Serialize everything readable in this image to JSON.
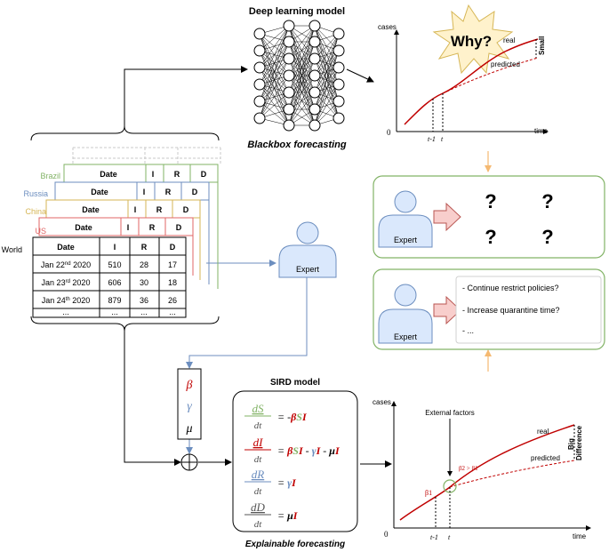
{
  "deep_learning": {
    "title": "Deep learning model",
    "caption": "Blackbox forecasting"
  },
  "blackbox_chart": {
    "y_label": "cases",
    "x_label": "time",
    "origin": "0",
    "why_text": "Why?",
    "real_label": "real",
    "predicted_label": "predicted",
    "gap_label": "Small",
    "t_minus_1": "t-1",
    "t": "t"
  },
  "tables": {
    "countries": [
      {
        "name": "Brazil",
        "color": "#82b366"
      },
      {
        "name": "Russia",
        "color": "#6c8ebf"
      },
      {
        "name": "China",
        "color": "#d6b656"
      },
      {
        "name": "US",
        "color": "#e06666"
      },
      {
        "name": "World",
        "color": "#000000"
      }
    ],
    "headers": [
      "Date",
      "I",
      "R",
      "D"
    ],
    "rows": [
      {
        "date": "Jan 22",
        "sup": "nd",
        "year": " 2020",
        "I": "510",
        "R": "28",
        "D": "17"
      },
      {
        "date": "Jan 23",
        "sup": "rd",
        "year": " 2020",
        "I": "606",
        "R": "30",
        "D": "18"
      },
      {
        "date": "Jan 24",
        "sup": "th",
        "year": " 2020",
        "I": "879",
        "R": "36",
        "D": "26"
      }
    ],
    "ellipsis": "..."
  },
  "expert_middle": {
    "label": "Expert"
  },
  "expert_top": {
    "label": "Expert",
    "marks": [
      "?",
      "?",
      "?",
      "?"
    ]
  },
  "expert_bottom": {
    "label": "Expert",
    "items": [
      "- Continue restrict policies?",
      "- Increase quarantine time?",
      "- ..."
    ]
  },
  "params": {
    "beta": "β",
    "gamma": "γ",
    "mu": "μ"
  },
  "sird": {
    "title": "SIRD model",
    "caption": "Explainable forecasting",
    "dt": "dt",
    "equations": [
      {
        "num": "dS",
        "rhs": [
          {
            "t": "= -",
            "c": "#000"
          },
          {
            "t": "β",
            "c": "#c00000"
          },
          {
            "t": "S",
            "c": "#82b366"
          },
          {
            "t": "I",
            "c": "#c00000"
          }
        ]
      },
      {
        "num": "dI",
        "rhs": [
          {
            "t": "= ",
            "c": "#000"
          },
          {
            "t": "β",
            "c": "#c00000"
          },
          {
            "t": "S",
            "c": "#82b366"
          },
          {
            "t": "I",
            "c": "#c00000"
          },
          {
            "t": " - ",
            "c": "#000"
          },
          {
            "t": "γ",
            "c": "#6c8ebf"
          },
          {
            "t": "I",
            "c": "#c00000"
          },
          {
            "t": " - ",
            "c": "#000"
          },
          {
            "t": "μ",
            "c": "#000"
          },
          {
            "t": "I",
            "c": "#c00000"
          }
        ]
      },
      {
        "num": "dR",
        "rhs": [
          {
            "t": "= ",
            "c": "#000"
          },
          {
            "t": "γ",
            "c": "#6c8ebf"
          },
          {
            "t": "I",
            "c": "#c00000"
          }
        ]
      },
      {
        "num": "dD",
        "rhs": [
          {
            "t": "= ",
            "c": "#000"
          },
          {
            "t": "μ",
            "c": "#000"
          },
          {
            "t": "I",
            "c": "#c00000"
          }
        ]
      }
    ],
    "num_colors": [
      "#82b366",
      "#c00000",
      "#6c8ebf",
      "#555555"
    ]
  },
  "explainable_chart": {
    "y_label": "cases",
    "x_label": "time",
    "origin": "0",
    "external_factors": "External factors",
    "real_label": "real",
    "predicted_label": "predicted",
    "gap_label_1": "Big",
    "gap_label_2": "Difference",
    "beta1": "β1",
    "beta2_rel": "β2 > β1",
    "t_minus_1": "t-1",
    "t": "t"
  },
  "colors": {
    "green": "#82b366",
    "blue": "#6c8ebf",
    "orange": "#f5b971",
    "red_curve": "#c00000",
    "person_fill": "#dae8fc",
    "arrow_fill": "#f8cecc",
    "star_fill": "#fff2cc"
  }
}
